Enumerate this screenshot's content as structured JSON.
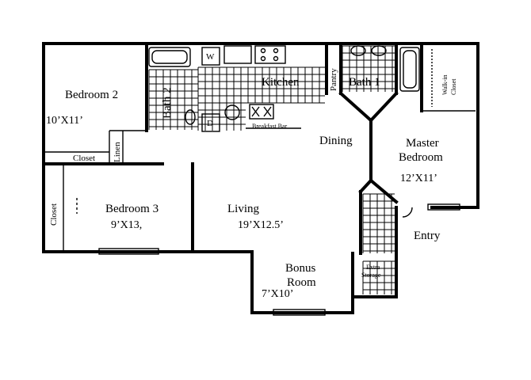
{
  "rooms": {
    "bedroom2": {
      "name": "Bedroom 2",
      "dims": "10’X11’"
    },
    "bedroom3": {
      "name": "Bedroom 3",
      "dims": "9’X13,"
    },
    "living": {
      "name": "Living",
      "dims": "19’X12.5’"
    },
    "dining": {
      "name": "Dining"
    },
    "kitchen": {
      "name": "Kitchen"
    },
    "master": {
      "name_line1": "Master",
      "name_line2": "Bedroom",
      "dims": "12’X11’"
    },
    "bonus": {
      "name_line1": "Bonus",
      "name_line2": "Room",
      "dims": "7’X10’"
    }
  },
  "labels": {
    "bath2": "Bath 2",
    "bath1": "Bath 1",
    "pantry": "Pantry",
    "walk_in_closet_line1": "Walk-in",
    "walk_in_closet_line2": "Closet",
    "closet_b2": "Closet",
    "linen": "Linen",
    "closet_b3": "Closet",
    "breakfast_bar": "Breakfast Bar",
    "entry": "Entry",
    "extra_storage_line1": "Extra",
    "extra_storage_line2": "Storage",
    "washer": "W",
    "dryer": "D"
  }
}
